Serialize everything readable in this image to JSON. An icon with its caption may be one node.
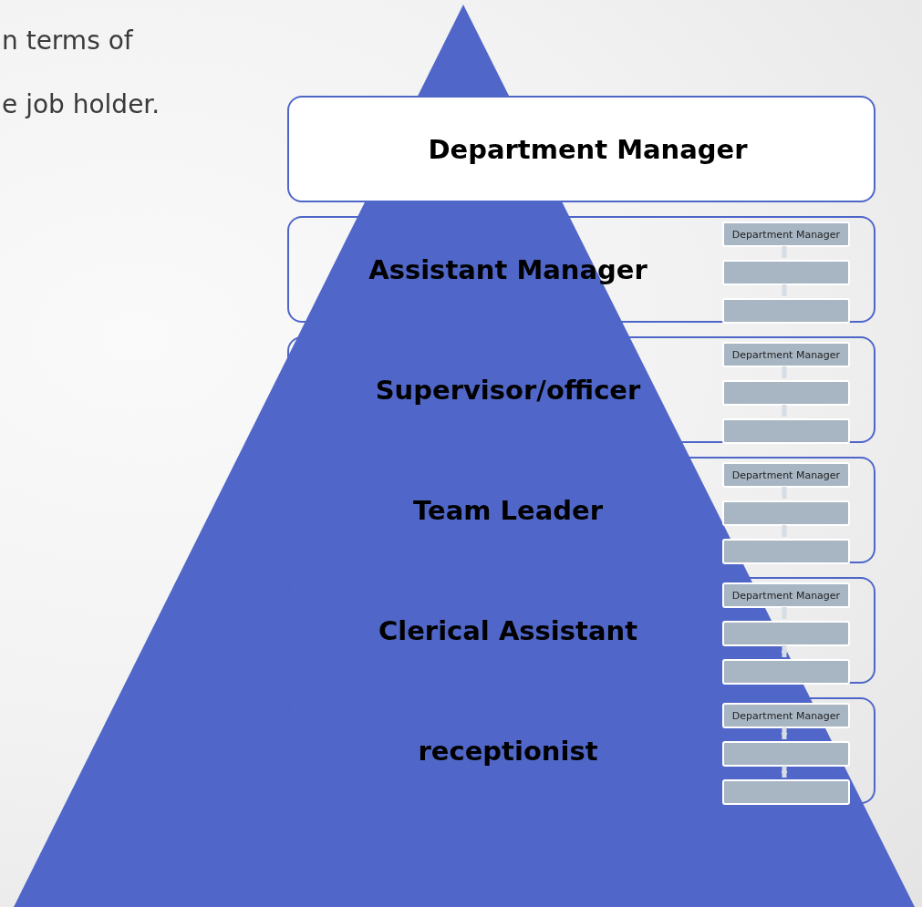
{
  "diagram": {
    "nodes": [
      {
        "text": [
          "Department Manager"
        ]
      },
      {
        "text": [
          "Assistant Manager"
        ]
      },
      {
        "text": [
          "Department Manager"
        ],
        "in": 1
      },
      {
        "text": [],
        "shape": "box",
        "in": 1
      },
      {
        "text": [],
        "shape": "box",
        "in": 1
      },
      {
        "text": [
          "Supervisor/officer"
        ]
      },
      {
        "text": [
          "Department Manager"
        ],
        "in": 5
      },
      {
        "text": [],
        "shape": "box",
        "in": 5
      },
      {
        "text": [],
        "shape": "box",
        "in": 5
      },
      {
        "text": [
          "Team Leader"
        ]
      },
      {
        "text": [
          "Department Manager"
        ],
        "in": 9
      },
      {
        "text": [],
        "shape": "box",
        "in": 9
      },
      {
        "text": [],
        "shape": "box",
        "in": 9
      },
      {
        "text": [
          "Clerical Assistant"
        ]
      },
      {
        "text": [
          "Department Manager"
        ],
        "in": 13
      },
      {
        "text": [],
        "shape": "box",
        "in": 13
      },
      {
        "text": [],
        "shape": "box",
        "in": 13
      },
      {
        "text": [
          "receptionist"
        ]
      },
      {
        "text": [
          "Department Manager"
        ],
        "in": 17
      },
      {
        "text": [],
        "shape": "box",
        "in": 17
      },
      {
        "text": [],
        "shape": "box",
        "in": 17
      }
    ],
    "edges": [
      {
        "from": 2,
        "to": 3,
        "arrow": "to"
      },
      {
        "from": 3,
        "to": 4,
        "arrow": "to"
      },
      {
        "from": 6,
        "to": 7,
        "arrow": "to"
      },
      {
        "from": 7,
        "to": 8,
        "arrow": "to"
      },
      {
        "from": 10,
        "to": 11,
        "arrow": "to"
      },
      {
        "from": 11,
        "to": 12,
        "arrow": "to"
      },
      {
        "from": 14,
        "to": 15,
        "arrow": "to"
      },
      {
        "from": 15,
        "to": 16,
        "arrow": "to"
      },
      {
        "from": 18,
        "to": 19,
        "arrow": "to"
      },
      {
        "from": 19,
        "to": 20,
        "arrow": "to"
      }
    ],
    "labels": [
      "n terms of",
      "e job holder."
    ]
  }
}
